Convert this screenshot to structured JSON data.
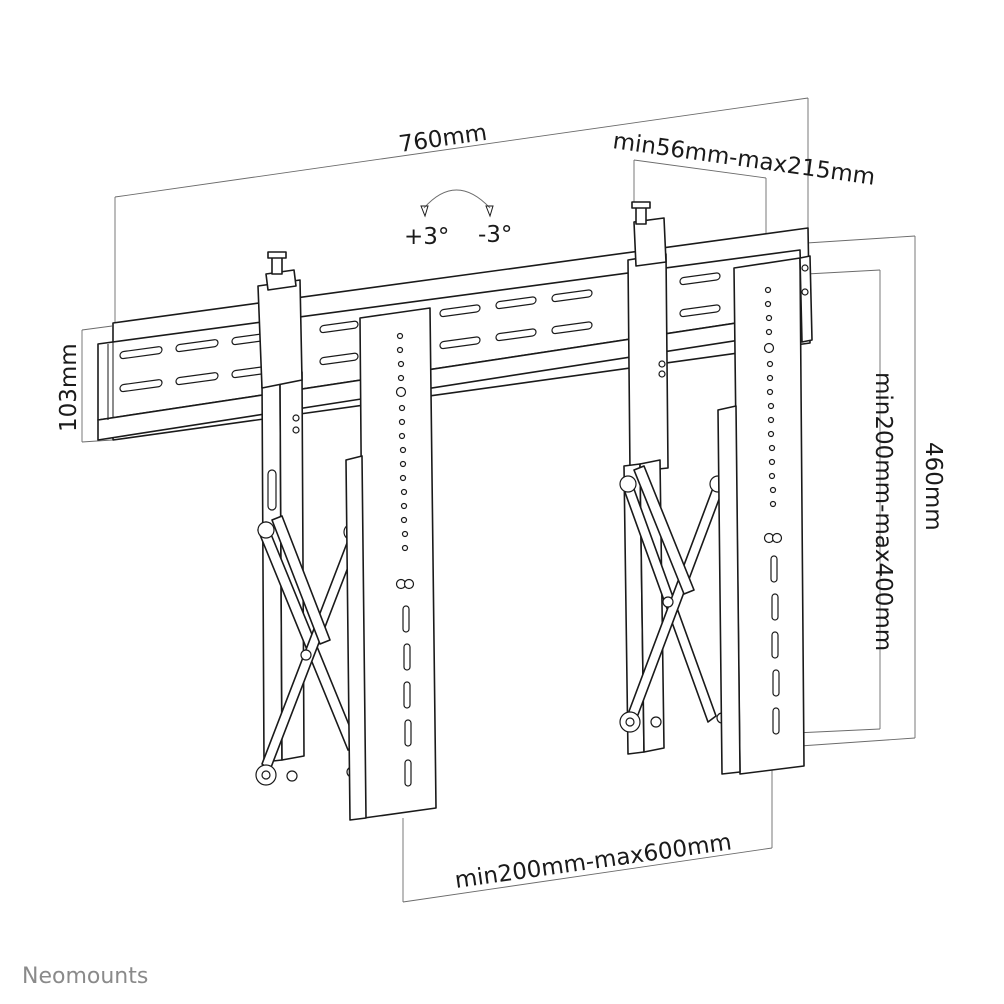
{
  "dimensions": {
    "width_label": "760mm",
    "depth_label": "min56mm-max215mm",
    "tilt_plus": "+3°",
    "tilt_minus": "-3°",
    "rail_height": "103mm",
    "height_label": "460mm",
    "vertical_range": "min200mm-max400mm",
    "horizontal_range": "min200mm-max600mm"
  },
  "brand": {
    "name": "Neomounts"
  },
  "colors": {
    "line": "#1a1a1a",
    "dimension": "#6b6b6b",
    "brand": "#8a8a8a"
  }
}
